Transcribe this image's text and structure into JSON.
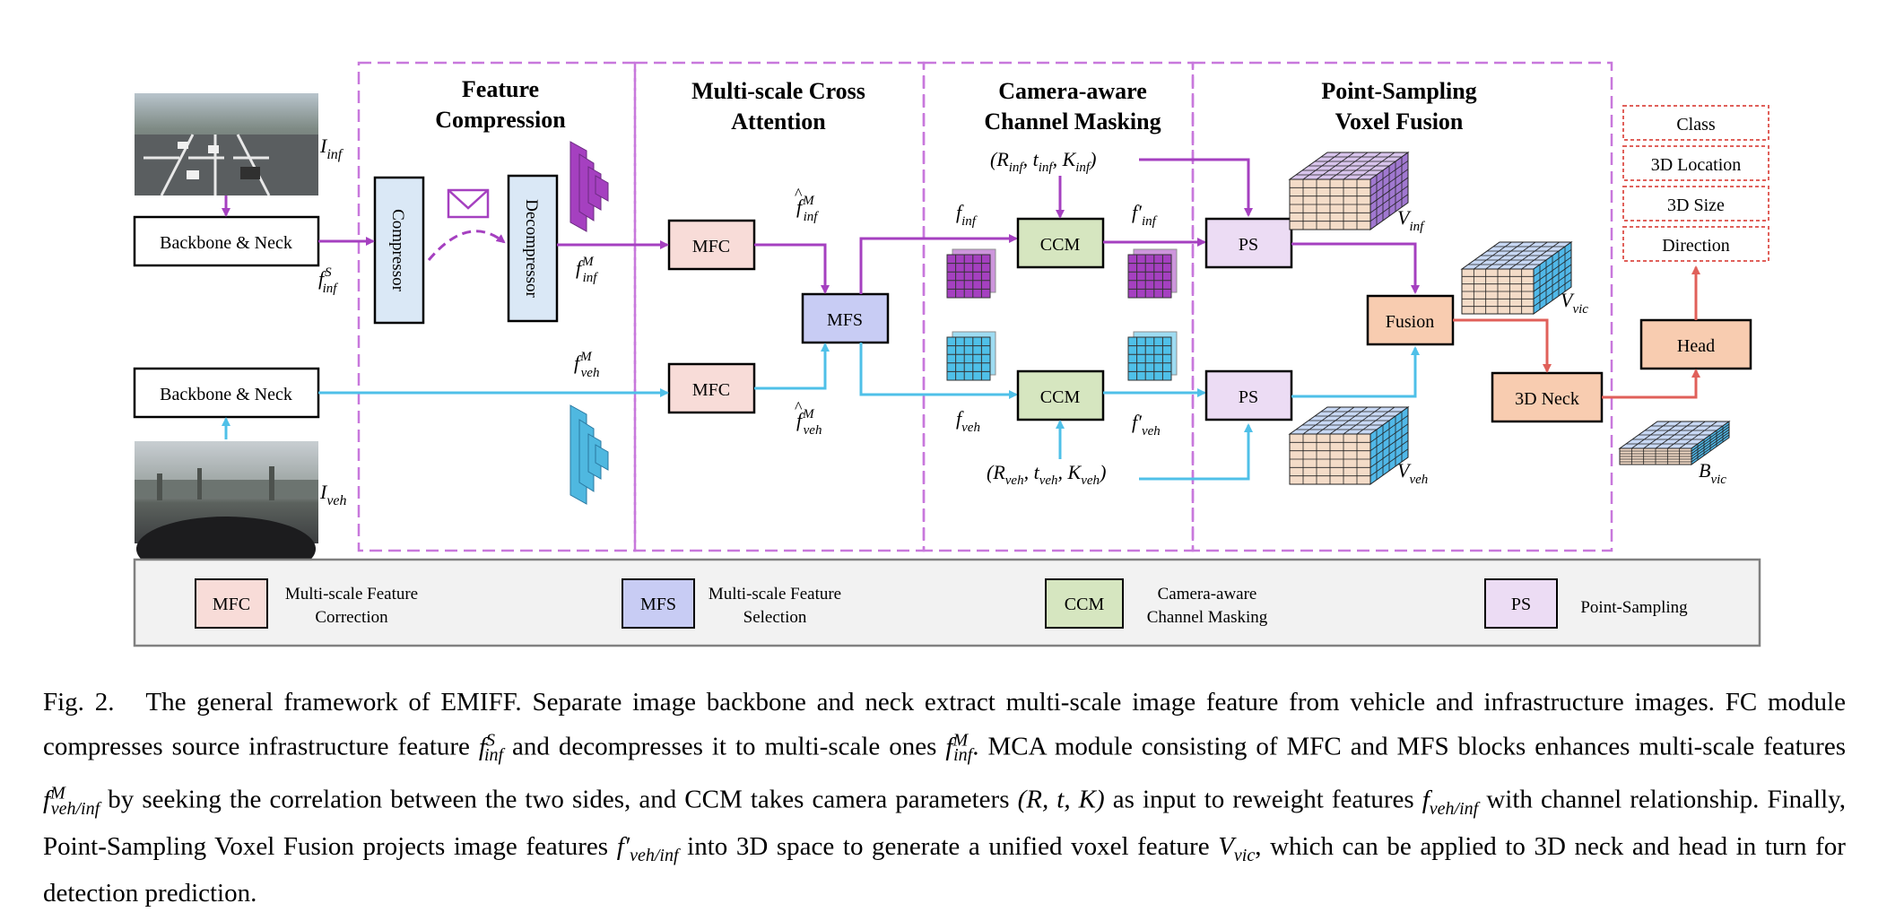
{
  "sections": {
    "fc_line1": "Feature",
    "fc_line2": "Compression",
    "mca_line1": "Multi-scale Cross",
    "mca_line2": "Attention",
    "ccm_line1": "Camera-aware",
    "ccm_line2": "Channel Masking",
    "psvf_line1": "Point-Sampling",
    "psvf_line2": "Voxel Fusion"
  },
  "blocks": {
    "backbone_inf": "Backbone & Neck",
    "backbone_veh": "Backbone & Neck",
    "compressor": "Compressor",
    "decompressor": "Decompressor",
    "mfc": "MFC",
    "mfs": "MFS",
    "ccm": "CCM",
    "ps": "PS",
    "fusion": "Fusion",
    "neck3d": "3D Neck",
    "head": "Head"
  },
  "outputs": [
    "Class",
    "3D Location",
    "3D Size",
    "Direction"
  ],
  "labels": {
    "I": "I",
    "inf": "inf",
    "veh": "veh",
    "vic": "vic",
    "f": "f",
    "V": "V",
    "B": "B",
    "S": "S",
    "M": "M",
    "prime": "′",
    "params_inf": "(R",
    "params_inf_t": ", t",
    "params_inf_k": ", K",
    "params_close": ")",
    "params_veh": "(R",
    "params_veh_t": ", t",
    "params_veh_k": ", K"
  },
  "legend": [
    {
      "tag": "MFC",
      "desc_line1": "Multi-scale Feature",
      "desc_line2": "Correction"
    },
    {
      "tag": "MFS",
      "desc_line1": "Multi-scale Feature",
      "desc_line2": "Selection"
    },
    {
      "tag": "CCM",
      "desc_line1": "Camera-aware",
      "desc_line2": "Channel Masking"
    },
    {
      "tag": "PS",
      "desc_line1": "Point-Sampling",
      "desc_line2": ""
    }
  ],
  "caption": {
    "prefix": "Fig. 2.",
    "p1": "The general framework of EMIFF. Separate image backbone and neck extract multi-scale image feature from vehicle and infrastructure images. FC module compresses source infrastructure feature ",
    "m1": "f",
    "m1_sup": "S",
    "m1_sub": "inf",
    "p2": " and decompresses it to multi-scale ones ",
    "m2": "f",
    "m2_sup": "M",
    "m2_sub": "inf",
    "p3": ". MCA module consisting of MFC and MFS blocks enhances multi-scale features ",
    "m3": "f",
    "m3_sup": "M",
    "m3_sub": "veh/inf",
    "p4": " by seeking the correlation between the two sides, and CCM takes camera parameters ",
    "m4": "(R, t, K)",
    "p5": " as input to reweight features ",
    "m5": "f",
    "m5_sub": "veh/inf",
    "p6": " with channel relationship. Finally, Point-Sampling Voxel Fusion projects image features ",
    "m6": "f′",
    "m6_sub": "veh/inf",
    "p7": " into 3D space to generate a unified voxel feature ",
    "m7": "V",
    "m7_sub": "vic",
    "p8": ", which can be applied to 3D neck and head in turn for detection prediction."
  },
  "colors": {
    "purple": "#a540c0",
    "cyan": "#4fc0e8",
    "red": "#e0605a",
    "dashed": "#c878dc",
    "mfc_fill": "#f8dcd8",
    "mfs_fill": "#c8ccf4",
    "ccm_fill": "#d6e6c0",
    "ps_fill": "#ecdcf4",
    "orange_fill": "#f8ccb0",
    "blue_fill": "#dae8f6",
    "legend_bg": "#f2f2f2"
  }
}
